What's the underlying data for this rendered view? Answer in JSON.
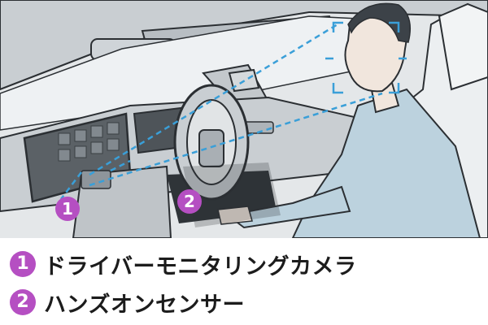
{
  "markers": [
    {
      "number": "1"
    },
    {
      "number": "2"
    }
  ],
  "legend": [
    {
      "number": "1",
      "label": "ドライバーモニタリングカメラ"
    },
    {
      "number": "2",
      "label": "ハンズオンセンサー"
    }
  ],
  "colors": {
    "accent": "#b54fc2",
    "detection_line": "#3a9fd8",
    "interior": "#d8dcdf",
    "driver_jacket": "#bcd2de",
    "outline": "#2b2f33"
  }
}
